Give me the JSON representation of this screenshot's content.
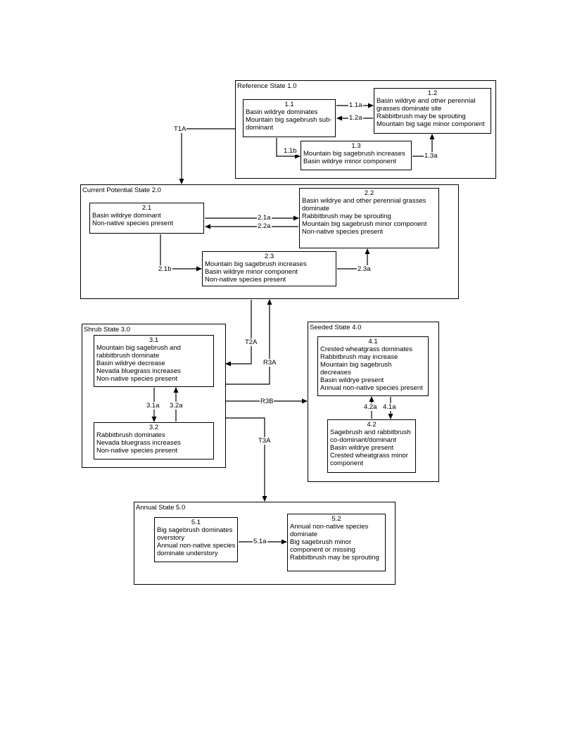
{
  "states": [
    {
      "id": "s1",
      "title": "Reference State 1.0"
    },
    {
      "id": "s2",
      "title": "Current Potential State 2.0"
    },
    {
      "id": "s3",
      "title": "Shrub State 3.0"
    },
    {
      "id": "s4",
      "title": "Seeded State 4.0"
    },
    {
      "id": "s5",
      "title": "Annual State 5.0"
    }
  ],
  "phases": {
    "p1_1": {
      "id": "1.1",
      "lines": [
        "Basin wildrye dominates",
        "Mountain big sagebrush sub-",
        "dominant"
      ]
    },
    "p1_2": {
      "id": "1.2",
      "lines": [
        "Basin wildrye and other perennial",
        "grasses dominate site",
        "Rabbitbrush may be sprouting",
        "Mountain big sage minor component"
      ]
    },
    "p1_3": {
      "id": "1.3",
      "lines": [
        "Mountain big sagebrush increases",
        "Basin wildrye minor component"
      ]
    },
    "p2_1": {
      "id": "2.1",
      "lines": [
        "Basin wildrye dominant",
        "Non-native species present"
      ]
    },
    "p2_2": {
      "id": "2.2",
      "lines": [
        "Basin wildrye and other perennial grasses",
        "dominate",
        "Rabbitbrush may be sprouting",
        "Mountain big sagebrush minor component",
        "Non-native species present"
      ]
    },
    "p2_3": {
      "id": "2.3",
      "lines": [
        "Mountain big sagebrush increases",
        "Basin wildrye minor component",
        "Non-native species present"
      ]
    },
    "p3_1": {
      "id": "3.1",
      "lines": [
        "Mountain big sagebrush and",
        "rabbitbrush dominate",
        "Basin wildrye decrease",
        "Nevada bluegrass increases",
        "Non-native species present"
      ]
    },
    "p3_2": {
      "id": "3.2",
      "lines": [
        "Rabbitbrush dominates",
        "Nevada bluegrass increases",
        "Non-native species present"
      ]
    },
    "p4_1": {
      "id": "4.1",
      "lines": [
        "Crested wheatgrass dominates",
        "Rabbitbrush may increase",
        "Mountain big sagebrush",
        "decreases",
        "Basin wildrye present",
        "Annual non-native species present"
      ]
    },
    "p4_2": {
      "id": "4.2",
      "lines": [
        "Sagebrush and rabbitbrush",
        "co-dominant/dominant",
        "Basin wildrye present",
        "Crested wheatgrass minor",
        "component"
      ]
    },
    "p5_1": {
      "id": "5.1",
      "lines": [
        "Big sagebrush dominates",
        "overstory",
        "Annual non-native species",
        "dominate understory"
      ]
    },
    "p5_2": {
      "id": "5.2",
      "lines": [
        "Annual non-native species",
        "dominate",
        "Big sagebrush minor",
        "component or missing",
        "Rabbitbrush may be sprouting"
      ]
    }
  },
  "transitions": {
    "t1_1a": "1.1a",
    "t1_2a": "1.2a",
    "t1_1b": "1.1b",
    "t1_3a": "1.3a",
    "T1A": "T1A",
    "t2_1a": "2.1a",
    "t2_2a": "2.2a",
    "t2_1b": "2.1b",
    "t2_3a": "2.3a",
    "T2A": "T2A",
    "R3A": "R3A",
    "R3B": "R3B",
    "T3A": "T3A",
    "t3_1a": "3.1a",
    "t3_2a": "3.2a",
    "t4_2a": "4.2a",
    "t4_1a": "4.1a",
    "t5_1a": "5.1a"
  }
}
